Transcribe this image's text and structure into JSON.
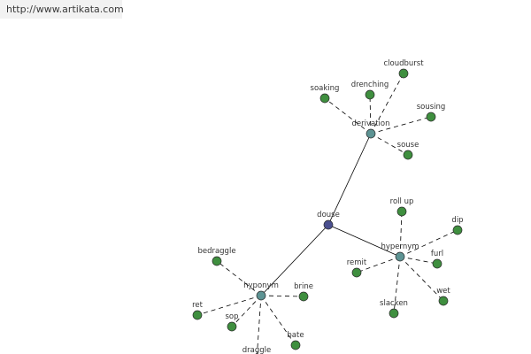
{
  "banner": {
    "url": "http://www.artikata.com"
  },
  "colors": {
    "root_node": "#4a4f8f",
    "relation_node": "#5d9393",
    "leaf_node": "#3f8f3f",
    "node_stroke": "#2a2a2a",
    "edge": "#000000"
  },
  "graph": {
    "root": {
      "id": "douse",
      "label": "douse"
    },
    "relations": [
      {
        "id": "derivation",
        "label": "derivation"
      },
      {
        "id": "hypernym",
        "label": "hypernym"
      },
      {
        "id": "hyponym",
        "label": "hyponym"
      }
    ],
    "leaves": [
      {
        "id": "cloudburst",
        "label": "cloudburst",
        "parent": "derivation"
      },
      {
        "id": "drenching",
        "label": "drenching",
        "parent": "derivation"
      },
      {
        "id": "soaking",
        "label": "soaking",
        "parent": "derivation"
      },
      {
        "id": "sousing",
        "label": "sousing",
        "parent": "derivation"
      },
      {
        "id": "souse",
        "label": "souse",
        "parent": "derivation"
      },
      {
        "id": "roll_up",
        "label": "roll up",
        "parent": "hypernym"
      },
      {
        "id": "dip",
        "label": "dip",
        "parent": "hypernym"
      },
      {
        "id": "furl",
        "label": "furl",
        "parent": "hypernym"
      },
      {
        "id": "remit",
        "label": "remit",
        "parent": "hypernym"
      },
      {
        "id": "wet",
        "label": "wet",
        "parent": "hypernym"
      },
      {
        "id": "slacken",
        "label": "slacken",
        "parent": "hypernym"
      },
      {
        "id": "bedraggle",
        "label": "bedraggle",
        "parent": "hyponym"
      },
      {
        "id": "brine",
        "label": "brine",
        "parent": "hyponym"
      },
      {
        "id": "ret",
        "label": "ret",
        "parent": "hyponym"
      },
      {
        "id": "sop",
        "label": "sop",
        "parent": "hyponym"
      },
      {
        "id": "bate",
        "label": "bate",
        "parent": "hyponym"
      },
      {
        "id": "draggle",
        "label": "draggle",
        "parent": "hyponym"
      }
    ]
  }
}
